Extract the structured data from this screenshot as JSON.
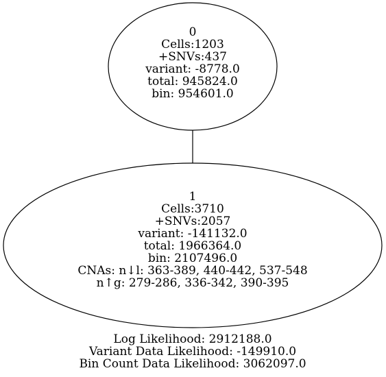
{
  "nodes": [
    {
      "id": "0",
      "lines": [
        "0",
        "Cells:1203",
        "+SNVs:437",
        "variant: -8778.0",
        "total: 945824.0",
        "bin: 954601.0"
      ]
    },
    {
      "id": "1",
      "lines": [
        "1",
        "Cells:3710",
        "+SNVs:2057",
        "variant: -141132.0",
        "total: 1966364.0",
        "bin: 2107496.0",
        "CNAs: n↓l: 363-389, 440-442, 537-548",
        "n↑g: 279-286, 336-342, 390-395"
      ]
    }
  ],
  "edges": [
    {
      "from": "0",
      "to": "1"
    }
  ],
  "footer": {
    "log_likelihood": "Log Likelihood: 2912188.0",
    "variant_likelihood": "Variant Data Likelihood: -149910.0",
    "bin_count_likelihood": "Bin Count Data Likelihood: 3062097.0"
  }
}
